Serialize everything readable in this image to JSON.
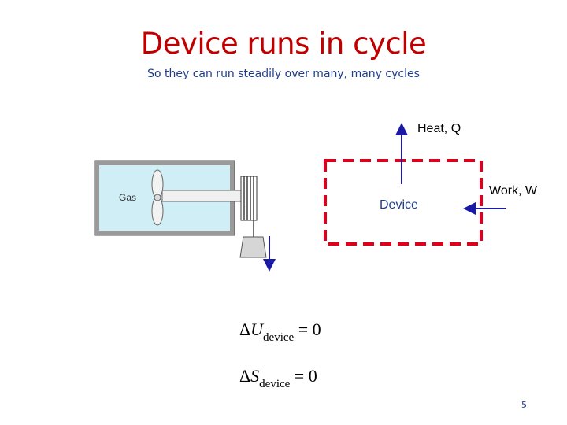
{
  "slide": {
    "title": "Device runs in cycle",
    "subtitle": "So they can run steadily over many, many cycles",
    "page_number": "5"
  },
  "diagram": {
    "heat_label": "Heat, Q",
    "work_label": "Work, W",
    "device_label": "Device",
    "gas_label": "Gas",
    "boundary_color": "#e0001b",
    "arrow_color": "#1a1aa6",
    "gas_color": "#cfeef5"
  },
  "equations": {
    "eq1": {
      "delta": "Δ",
      "var": "U",
      "sub": "device",
      "rhs": "= 0"
    },
    "eq2": {
      "delta": "Δ",
      "var": "S",
      "sub": "device",
      "rhs": "= 0"
    }
  }
}
